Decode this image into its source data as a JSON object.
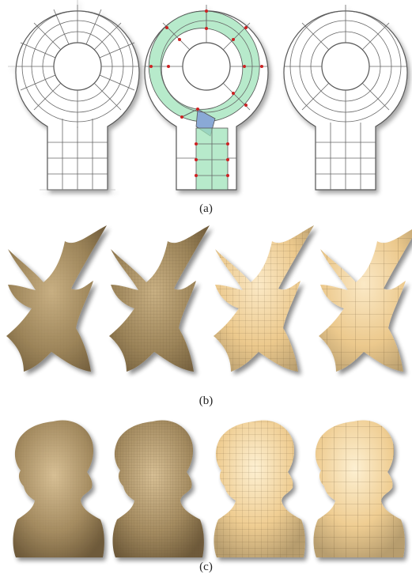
{
  "captions": {
    "a": "(a)",
    "b": "(b)",
    "c": "(c)"
  },
  "colors": {
    "mesh_line": "#555555",
    "mesh_light": "#aaaaaa",
    "highlight_green": "#9fe3b9",
    "highlight_blue": "#8aa9d6",
    "singular_red": "#cc2222",
    "surface_dark": "#8a7350",
    "surface_mid": "#b79d6e",
    "surface_light": "#f3d8a4",
    "surface_pale": "#fbe9c6"
  }
}
